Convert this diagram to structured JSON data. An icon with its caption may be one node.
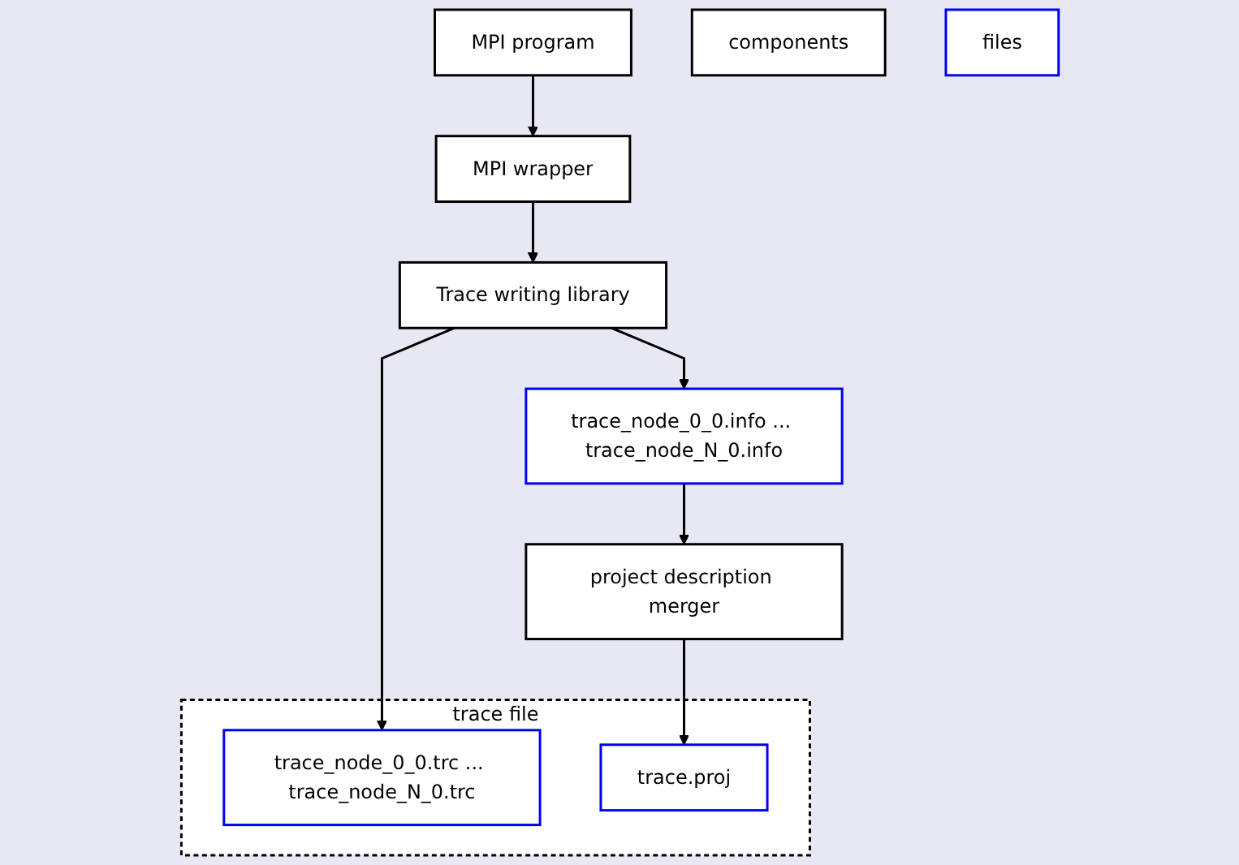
{
  "diagram": {
    "nodes": [
      {
        "text": [
          "MPI program"
        ]
      },
      {
        "text": [
          "MPI wrapper"
        ]
      },
      {
        "text": [
          "Trace writing library"
        ]
      },
      {
        "text": [
          "trace_node_0_0.info ... trace_node_N_0.info"
        ]
      },
      {
        "text": [
          "project description merger"
        ]
      },
      {
        "text": [
          "trace file"
        ]
      },
      {
        "text": [
          "trace_node_0_0.trc ... trace_node_N_0.trc"
        ],
        "in": 5
      },
      {
        "text": [
          "trace.proj"
        ],
        "in": 5
      },
      {
        "text": [
          "components"
        ]
      },
      {
        "text": [
          "files"
        ]
      }
    ],
    "edges": [
      {
        "from": 0,
        "to": 1,
        "arrow": "to"
      },
      {
        "from": 1,
        "to": 2,
        "arrow": "to"
      },
      {
        "from": 2,
        "to": 3,
        "arrow": "to"
      },
      {
        "from": 2,
        "to": 6,
        "arrow": "to"
      },
      {
        "from": 3,
        "to": 4,
        "arrow": "to"
      },
      {
        "from": 4,
        "to": 7,
        "arrow": "to"
      }
    ]
  }
}
